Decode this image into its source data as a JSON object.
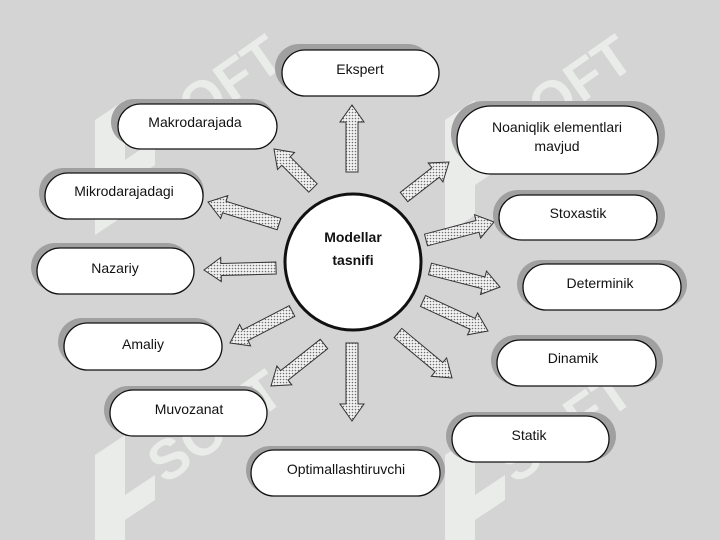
{
  "diagram": {
    "center": {
      "line1": "Modellar",
      "line2": "tasnifi"
    },
    "nodes": [
      {
        "id": "ekspert",
        "label": "Ekspert"
      },
      {
        "id": "makrodarajada",
        "label": "Makrodarajada"
      },
      {
        "id": "noaniqlik",
        "line1": "Noaniqlik elementlari",
        "line2": "mavjud"
      },
      {
        "id": "mikrodarajadagi",
        "label": "Mikrodarajadagi"
      },
      {
        "id": "stoxastik",
        "label": "Stoxastik"
      },
      {
        "id": "nazariy",
        "label": "Nazariy"
      },
      {
        "id": "determinik",
        "label": "Determinik"
      },
      {
        "id": "amaliy",
        "label": "Amaliy"
      },
      {
        "id": "dinamik",
        "label": "Dinamik"
      },
      {
        "id": "muvozanat",
        "label": "Muvozanat"
      },
      {
        "id": "statik",
        "label": "Statik"
      },
      {
        "id": "optimallashtiruvchi",
        "label": "Optimallashtiruvchi"
      }
    ]
  },
  "watermark": {
    "text": "SOFT"
  },
  "colors": {
    "background": "#d4d4d4",
    "node_fill": "#ffffff",
    "shadow": "#a0a0a0",
    "outline": "#111111",
    "watermark": "#e9ece9"
  }
}
